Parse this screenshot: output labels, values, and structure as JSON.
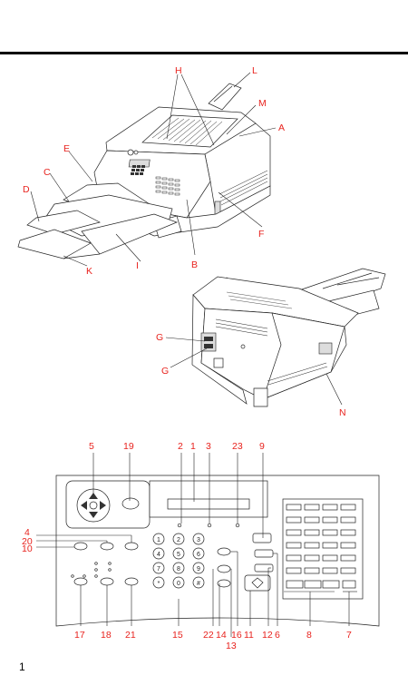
{
  "page_number": "1",
  "figure1": {
    "labels": {
      "H": "H",
      "L": "L",
      "M": "M",
      "A": "A",
      "E": "E",
      "C": "C",
      "D": "D",
      "F": "F",
      "I": "I",
      "B": "B",
      "K": "K"
    }
  },
  "figure2": {
    "labels": {
      "G_top": "G",
      "G_bottom": "G",
      "N": "N"
    }
  },
  "panel": {
    "top_labels": [
      "5",
      "19",
      "2",
      "1",
      "3",
      "23",
      "9"
    ],
    "left_labels": [
      "4",
      "20",
      "10"
    ],
    "bottom_labels": [
      "17",
      "18",
      "21",
      "15",
      "22",
      "14",
      "16",
      "13",
      "11",
      "12",
      "6",
      "8",
      "7"
    ],
    "keypad": [
      "1",
      "2",
      "3",
      "4",
      "5",
      "6",
      "7",
      "8",
      "9",
      "*",
      "0",
      "#"
    ]
  }
}
